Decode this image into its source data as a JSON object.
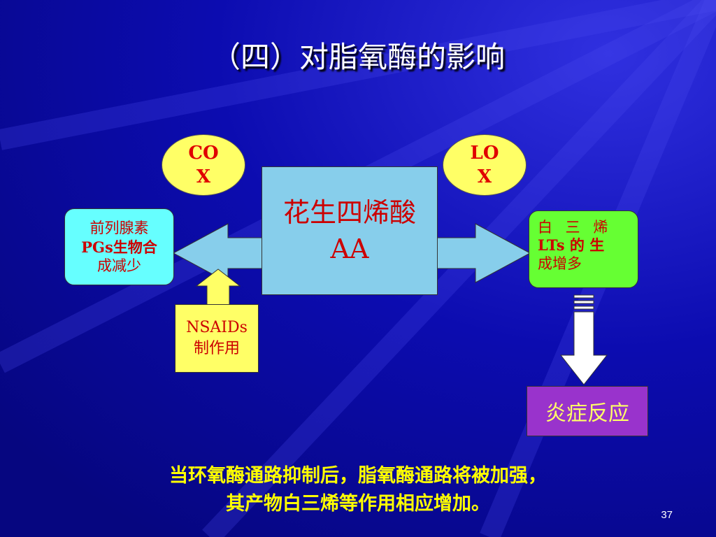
{
  "title": "（四）对脂氧酶的影响",
  "cox": {
    "line1": "CO",
    "line2": "X"
  },
  "lox": {
    "line1": "LO",
    "line2": "X"
  },
  "left_box": {
    "line1": "前列腺素",
    "line2": "PGs生物合",
    "line3": "成减少"
  },
  "center_box": {
    "line1": "花生四烯酸",
    "line2": "AA"
  },
  "right_box": {
    "line1": "白 三 烯",
    "line2": "LTs 的 生",
    "line3": "成增多"
  },
  "nsaids_box": {
    "line1": "NSAIDs",
    "line2": "制作用"
  },
  "inflammation_box": {
    "label": "炎症反应"
  },
  "caption": {
    "line1": "当环氧酶通路抑制后，脂氧酶通路将被加强，",
    "line2": "其产物白三烯等作用相应增加。"
  },
  "page_number": "37",
  "colors": {
    "background": "#0a0a9c",
    "arrow_fill": "#87ceeb",
    "text_red": "#cc0000",
    "caption_yellow": "#ffff00"
  }
}
